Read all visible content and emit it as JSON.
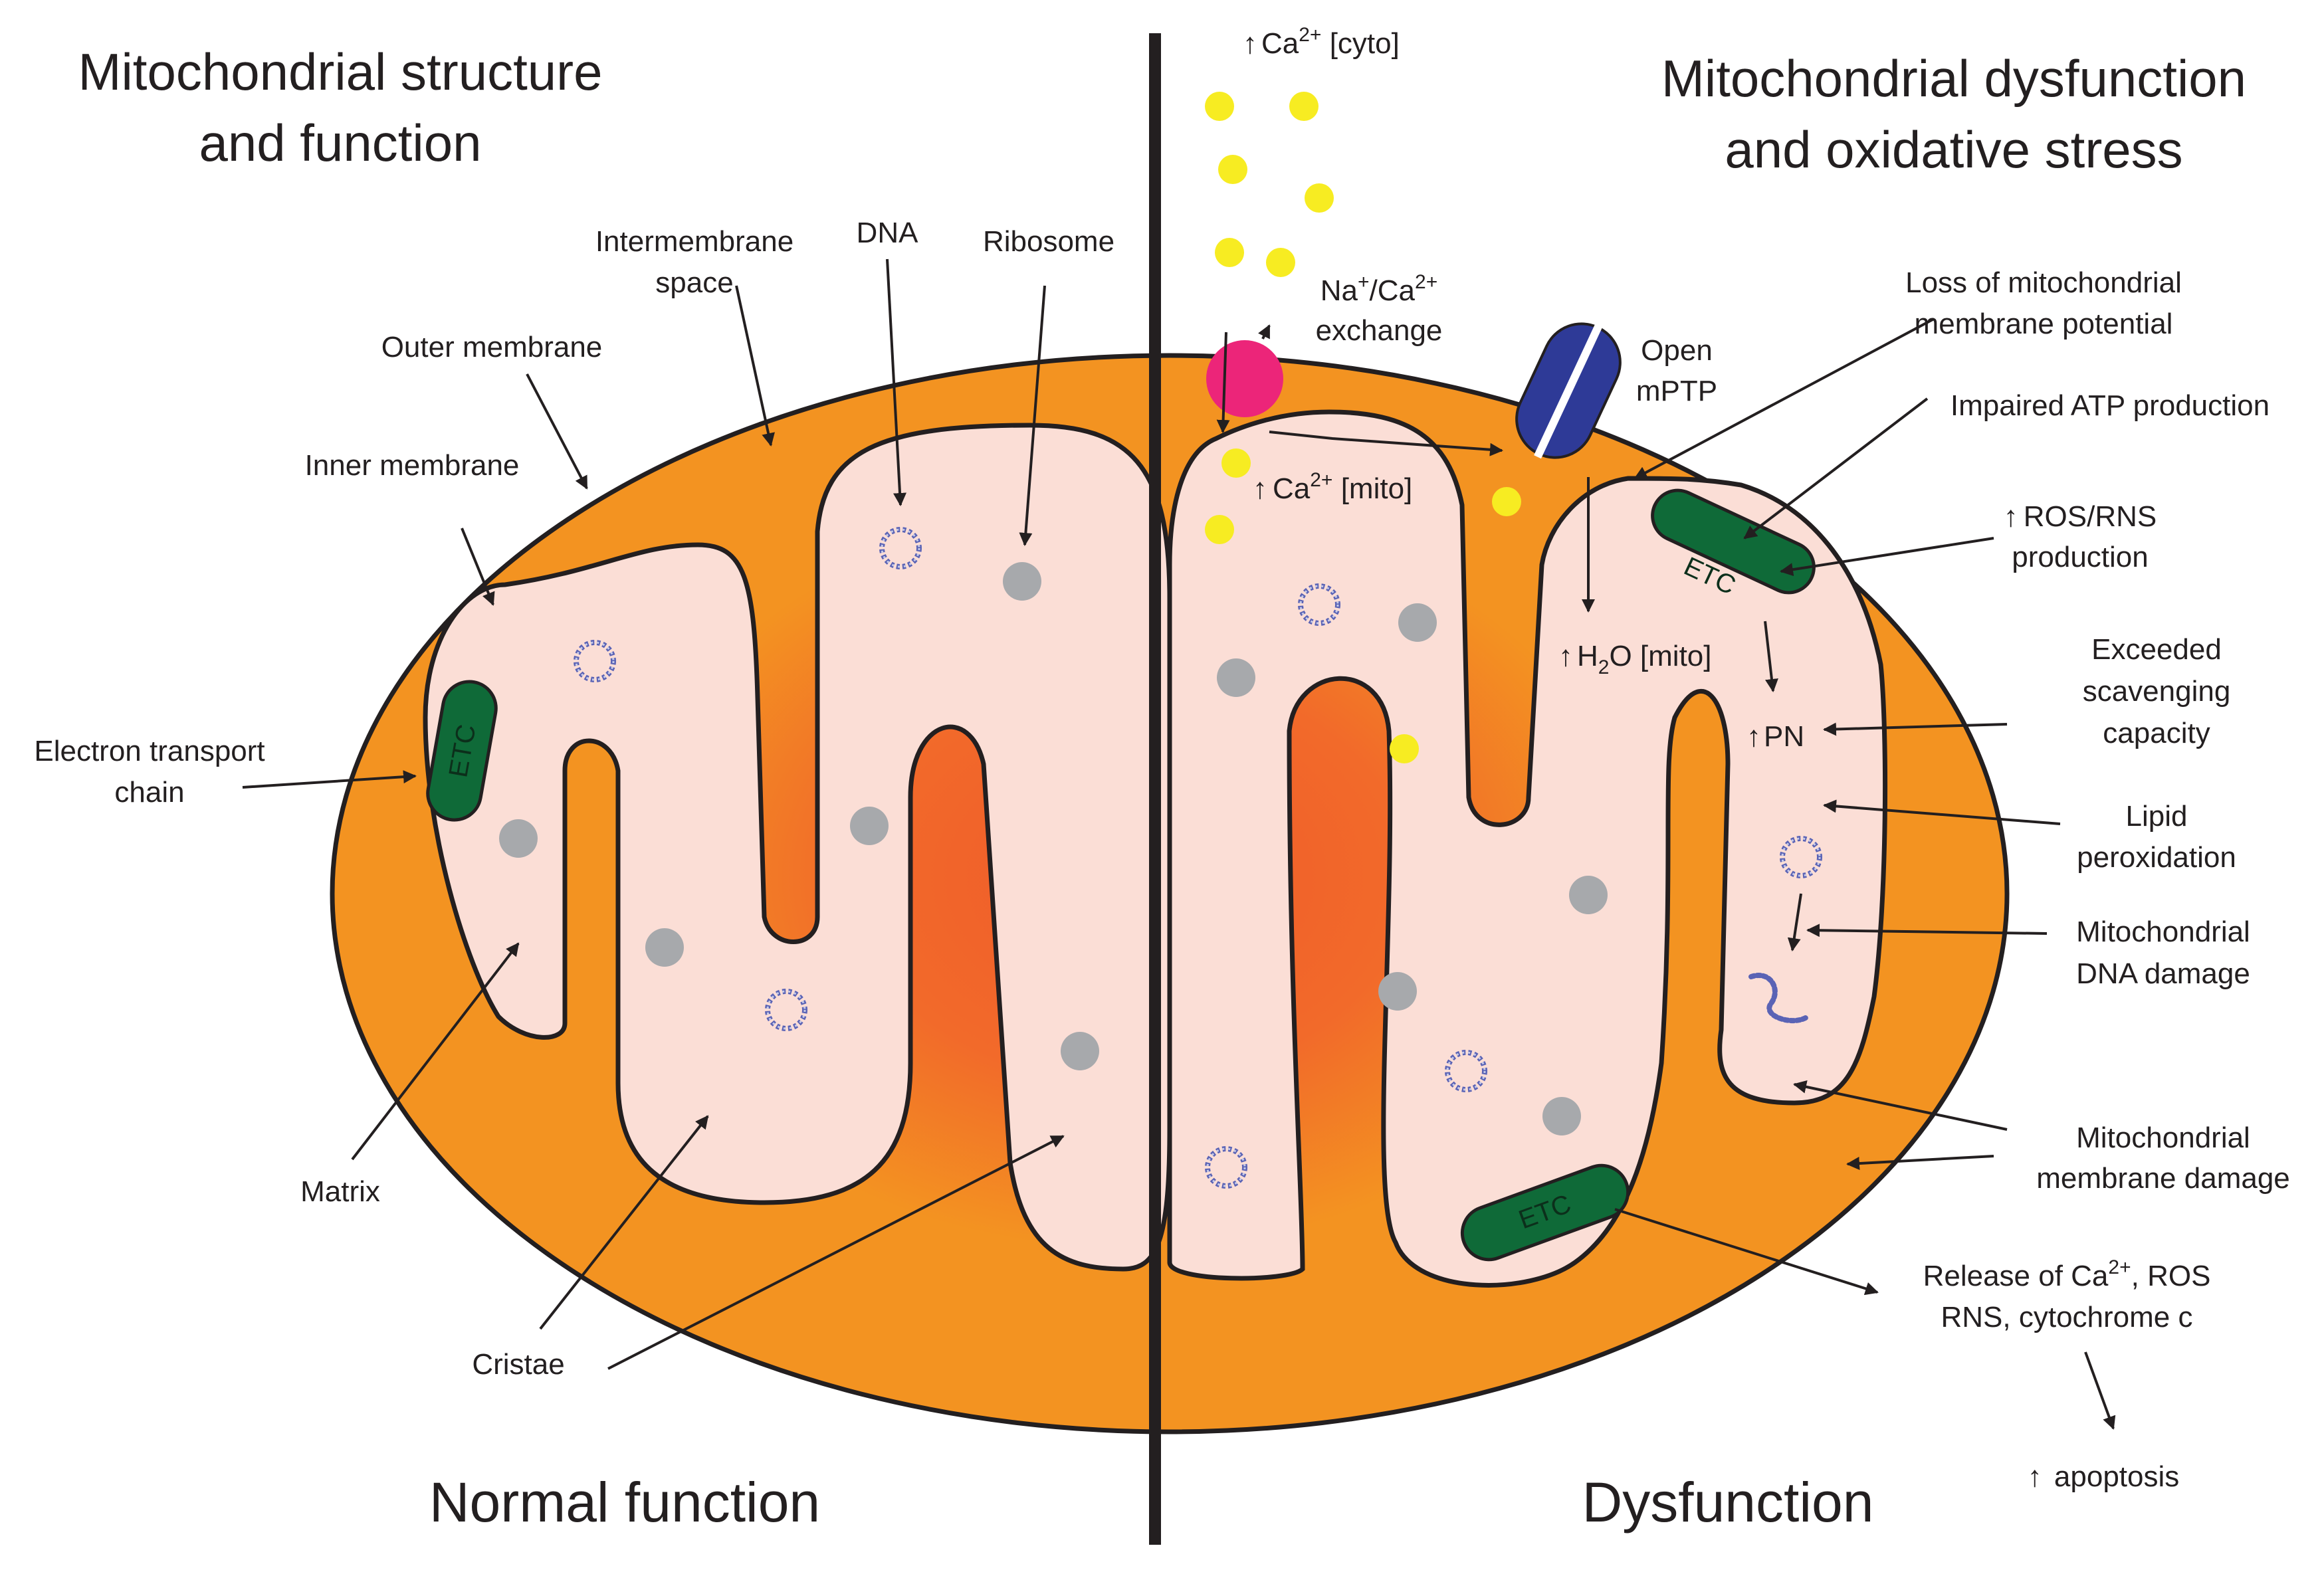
{
  "titles": {
    "left_line1": "Mitochondrial structure",
    "left_line2": "and function",
    "right_line1": "Mitochondrial dysfunction",
    "right_line2": "and oxidative stress"
  },
  "footers": {
    "left": "Normal function",
    "right": "Dysfunction"
  },
  "left_labels": {
    "intermembrane_line1": "Intermembrane",
    "intermembrane_line2": "space",
    "dna": "DNA",
    "ribosome": "Ribosome",
    "outer_membrane": "Outer membrane",
    "inner_membrane": "Inner membrane",
    "etc_line1": "Electron transport",
    "etc_line2": "chain",
    "matrix": "Matrix",
    "cristae": "Cristae"
  },
  "right_labels": {
    "ca_cyto_arrow": "↑",
    "ca_cyto_base": "Ca",
    "ca_cyto_sup": "2+",
    "ca_cyto_rest": " [cyto]",
    "naca_base": "Na",
    "naca_sup1": "+",
    "naca_mid": "/Ca",
    "naca_sup2": "2+",
    "naca_line2": "exchange",
    "ca_mito_arrow": "↑",
    "ca_mito_base": "Ca",
    "ca_mito_sup": "2+",
    "ca_mito_rest": " [mito]",
    "open_line1": "Open",
    "open_line2": "mPTP",
    "loss_line1": "Loss of mitochondrial",
    "loss_line2": "membrane potential",
    "impaired": "Impaired ATP production",
    "ros_arrow": "↑",
    "ros_line1": "ROS/RNS",
    "ros_line2": "production",
    "h2o_arrow": "↑",
    "h2o_base": "H",
    "h2o_sub": "2",
    "h2o_rest": "O [mito]",
    "pn_arrow": "↑",
    "pn": "PN",
    "exceeded_line1": "Exceeded",
    "exceeded_line2": "scavenging",
    "exceeded_line3": "capacity",
    "lipid_line1": "Lipid",
    "lipid_line2": "peroxidation",
    "mtdna_line1": "Mitochondrial",
    "mtdna_line2": "DNA damage",
    "mtmem_line1": "Mitochondrial",
    "mtmem_line2": "membrane damage",
    "release_line1_a": "Release of Ca",
    "release_sup": "2+",
    "release_line1_b": ", ROS",
    "release_line2": "RNS, cytochrome c",
    "apoptosis_arrow": "↑",
    "apoptosis": " apoptosis"
  },
  "etc_labels": {
    "left": "ETC",
    "right_top": "ETC",
    "right_bottom": "ETC"
  },
  "colors": {
    "outer_orange": "#f39321",
    "crista_red": "#ef5a2a",
    "matrix_pink": "#fbded6",
    "etc_green": "#0f6a38",
    "ribosome_grey": "#a7a9ac",
    "calcium_yellow": "#f7ec22",
    "exchanger_magenta": "#ec2579",
    "mptp_blue": "#2e3a97",
    "dna_blue": "#5a63b5",
    "line_black": "#231f20"
  }
}
